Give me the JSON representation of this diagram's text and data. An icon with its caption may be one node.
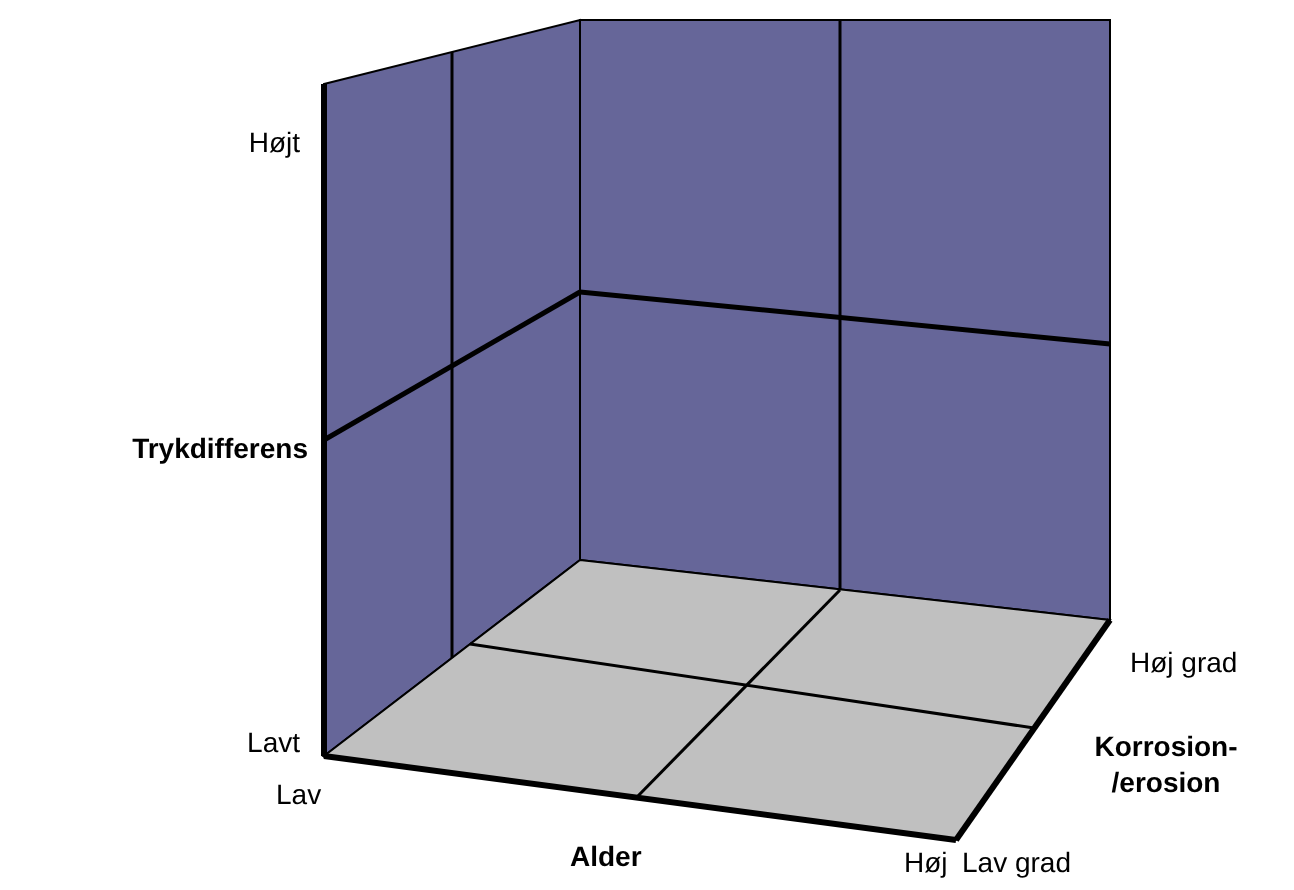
{
  "diagram": {
    "labels": [
      "Højt",
      "Trykdifferens",
      "Lavt",
      "Lav",
      "Alder",
      "Høj",
      "Høj grad",
      "Korrosion- /erosion",
      "Lav grad"
    ]
  }
}
